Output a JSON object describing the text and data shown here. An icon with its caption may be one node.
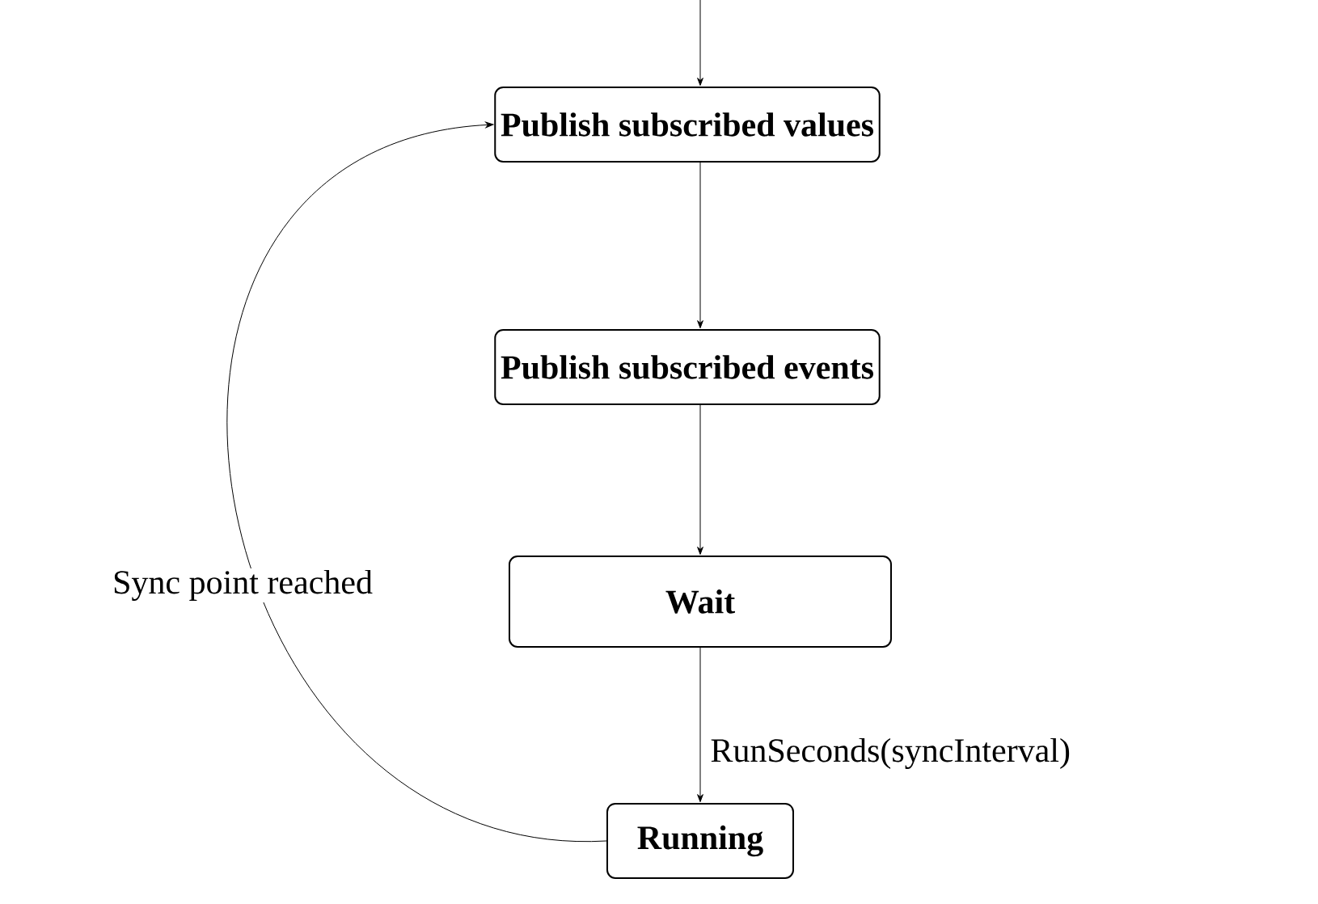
{
  "diagram": {
    "nodes": [
      {
        "text": [
          "Publish subscribed values"
        ]
      },
      {
        "text": [
          "Publish subscribed events"
        ]
      },
      {
        "text": [
          "Wait"
        ]
      },
      {
        "text": [
          "Running"
        ]
      }
    ],
    "edges": [
      {
        "from": null,
        "to": 0,
        "arrow": "to"
      },
      {
        "from": 0,
        "to": 1,
        "arrow": "to"
      },
      {
        "from": 1,
        "to": 2,
        "arrow": "to"
      },
      {
        "from": 2,
        "to": 3,
        "arrow": "to",
        "label": "RunSeconds(syncInterval)"
      },
      {
        "from": 3,
        "to": 0,
        "arrow": "to",
        "label": "Sync point reached"
      }
    ]
  }
}
